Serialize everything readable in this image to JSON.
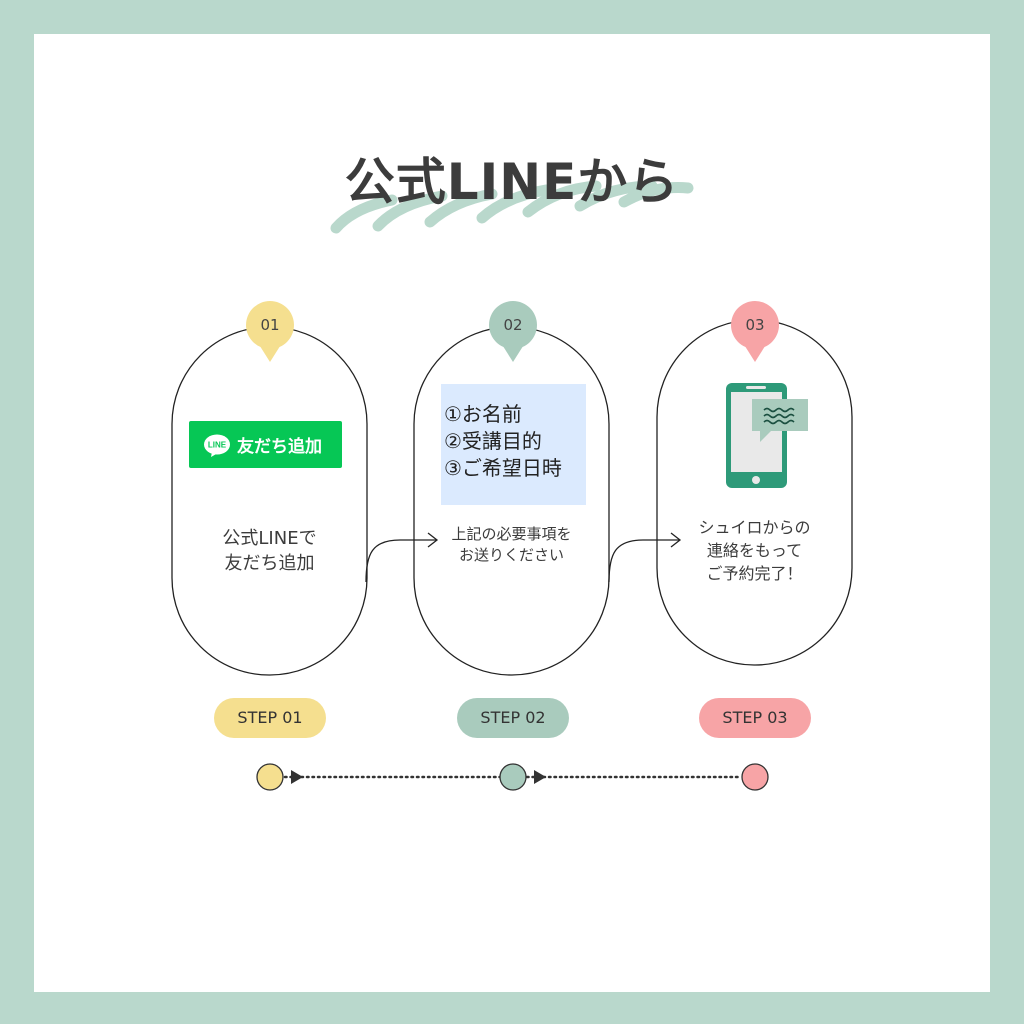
{
  "title": "公式LINEから",
  "colors": {
    "frame": "#b9d8cc",
    "step1": "#f5df8f",
    "step2": "#a9cbbd",
    "step3": "#f7a4a6",
    "line_green": "#06c755",
    "teal": "#2e9a79",
    "info_bg": "#dbeafe"
  },
  "steps": [
    {
      "number": "01",
      "text_lines": [
        "公式LINEで",
        "友だち追加"
      ],
      "label": "STEP 01",
      "line_button": {
        "logo": "LINE",
        "text": "友だち追加"
      }
    },
    {
      "number": "02",
      "text_lines": [
        "上記の必要事項を",
        "お送りください"
      ],
      "label": "STEP 02",
      "info_lines": [
        "①お名前",
        "②受講目的",
        "③ご希望日時"
      ]
    },
    {
      "number": "03",
      "text_lines": [
        "シュイロからの",
        "連絡をもって",
        "ご予約完了！"
      ],
      "label": "STEP 03",
      "icon": "smartphone-chat-icon"
    }
  ]
}
